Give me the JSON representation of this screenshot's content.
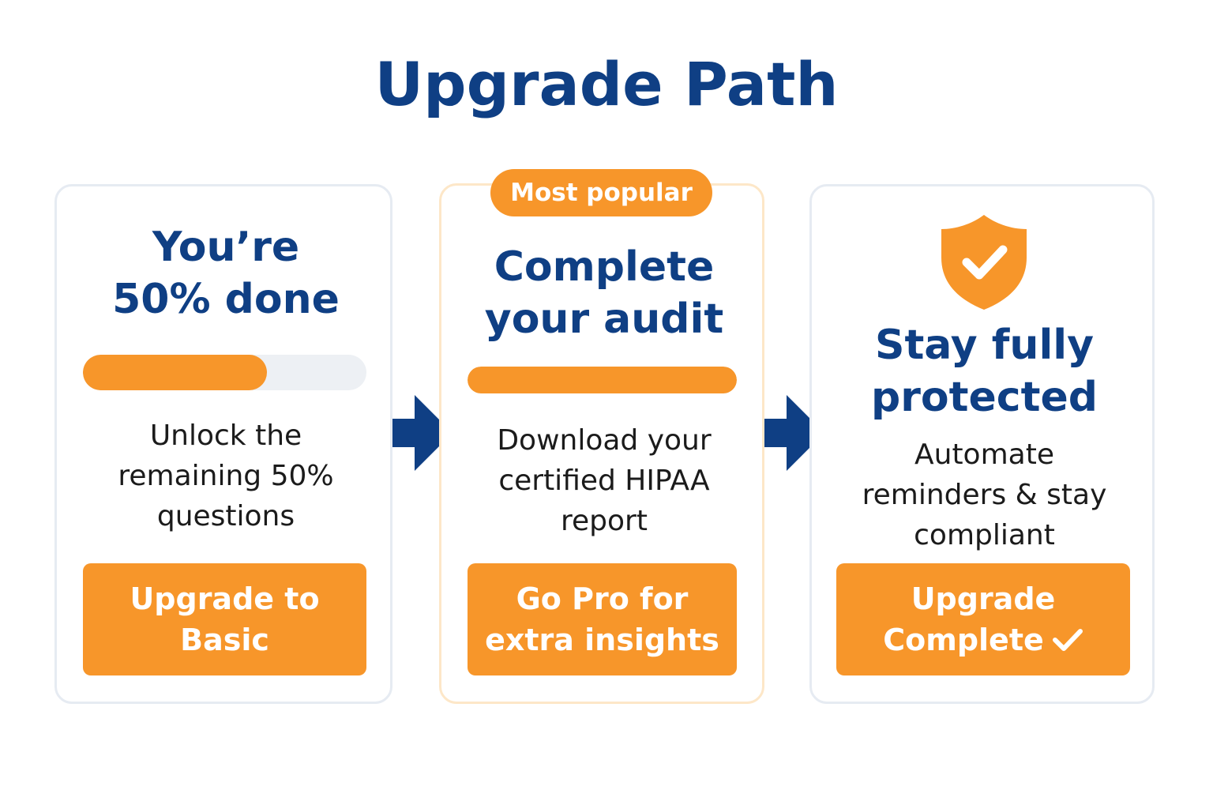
{
  "title": "Upgrade Path",
  "colors": {
    "primary": "#0f3f84",
    "accent": "#f7962a",
    "track": "#edf0f4",
    "card_border": "#e6ebf2",
    "popular_border": "#fde7c8"
  },
  "cards": [
    {
      "heading_line1": "You’re",
      "heading_line2": "50% done",
      "progress_fraction": 0.65,
      "description_line1": "Unlock the",
      "description_line2": "remaining 50%",
      "description_line3": "questions",
      "cta_line1": "Upgrade to",
      "cta_line2": "Basic"
    },
    {
      "badge": "Most popular",
      "heading_line1": "Complete",
      "heading_line2": "your audit",
      "progress_fraction": 1.0,
      "description_line1": "Download your",
      "description_line2": "certified HIPAA",
      "description_line3": "report",
      "cta_line1": "Go Pro for",
      "cta_line2": "extra insights"
    },
    {
      "icon": "shield-check-icon",
      "heading_line1": "Stay fully",
      "heading_line2": "protected",
      "description_line1": "Automate",
      "description_line2": "reminders & stay",
      "description_line3": "compliant",
      "cta_line1": "Upgrade",
      "cta_line2": "Complete",
      "cta_icon": "checkmark-icon"
    }
  ],
  "arrows": [
    "arrow-right-icon",
    "arrow-right-icon"
  ]
}
